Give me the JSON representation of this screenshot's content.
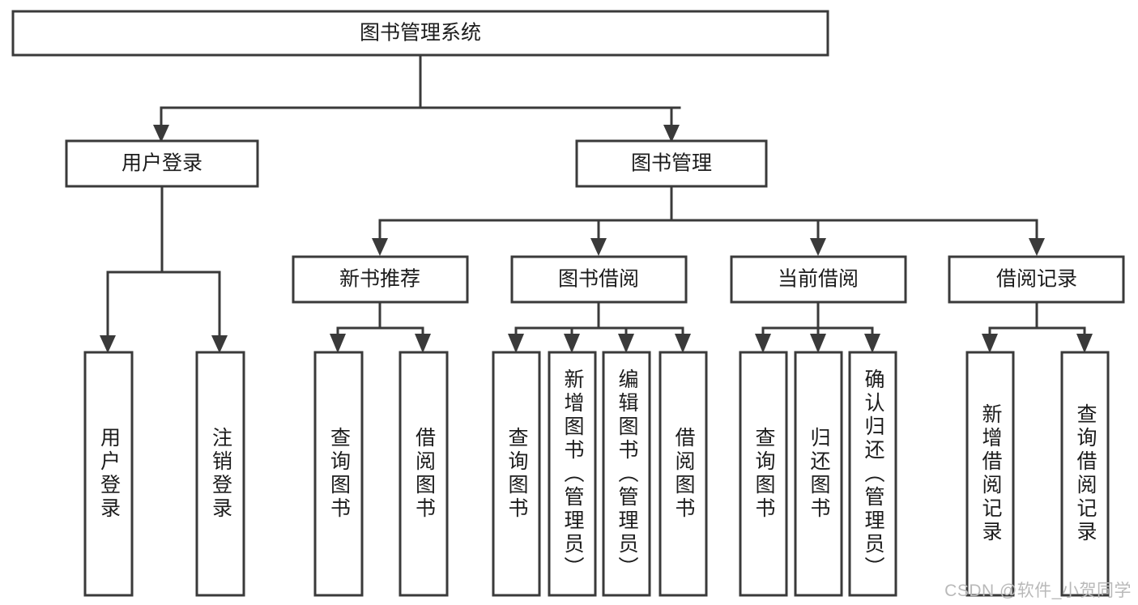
{
  "diagram": {
    "title": "图书管理系统",
    "type": "tree",
    "watermark": "CSDN @软件_小贺同学",
    "stroke_color": "#3a3a3a",
    "text_color": "#1c1c1c",
    "fill_color": "#ffffff",
    "background": "#ffffff",
    "root": {
      "label": "图书管理系统"
    },
    "level2": [
      {
        "label": "用户登录"
      },
      {
        "label": "图书管理"
      }
    ],
    "level3": [
      {
        "label": "新书推荐"
      },
      {
        "label": "图书借阅"
      },
      {
        "label": "当前借阅"
      },
      {
        "label": "借阅记录"
      }
    ],
    "leaves": {
      "user_login": [
        {
          "label": "用户登录"
        },
        {
          "label": "注销登录"
        }
      ],
      "new_book_recommend": [
        {
          "label": "查询图书"
        },
        {
          "label": "借阅图书"
        }
      ],
      "book_borrow": [
        {
          "label": "查询图书"
        },
        {
          "label": "新增图书（管理员）"
        },
        {
          "label": "编辑图书（管理员）"
        },
        {
          "label": "借阅图书"
        }
      ],
      "current_borrow": [
        {
          "label": "查询图书"
        },
        {
          "label": "归还图书"
        },
        {
          "label": "确认归还（管理员）"
        }
      ],
      "borrow_record": [
        {
          "label": "新增借阅记录"
        },
        {
          "label": "查询借阅记录"
        }
      ]
    }
  }
}
